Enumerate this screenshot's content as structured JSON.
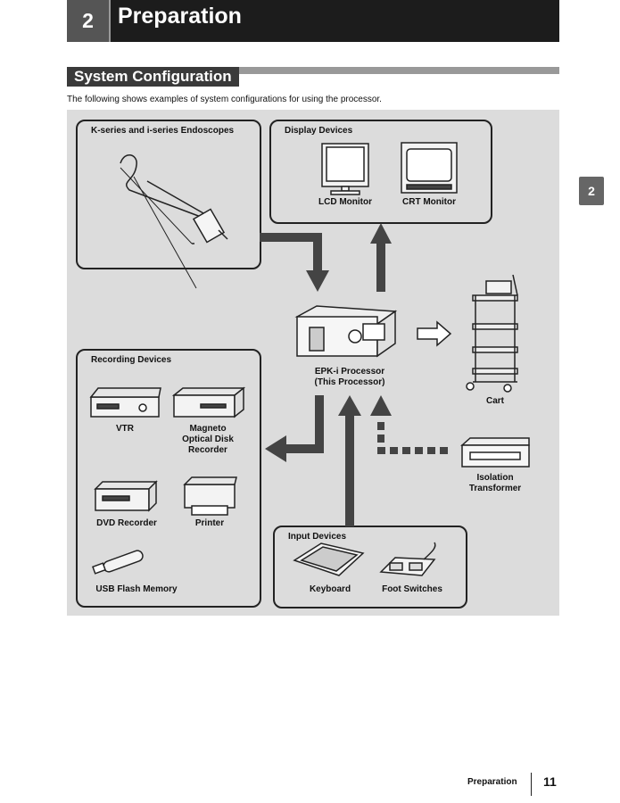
{
  "chapter": {
    "number": "2",
    "title": "Preparation"
  },
  "section": {
    "title": "System Configuration"
  },
  "intro": "The following shows examples of system configurations for using the processor.",
  "side_tab": "2",
  "groups": {
    "endoscopes": {
      "title": "K-series and i-series Endoscopes"
    },
    "display": {
      "title": "Display Devices",
      "items": [
        "LCD Monitor",
        "CRT Monitor"
      ]
    },
    "recording": {
      "title": "Recording Devices",
      "items": {
        "vtr": "VTR",
        "mo_line1": "Magneto",
        "mo_line2": "Optical Disk",
        "mo_line3": "Recorder",
        "dvd": "DVD Recorder",
        "printer": "Printer",
        "usb": "USB Flash Memory"
      }
    },
    "input": {
      "title": "Input Devices",
      "items": [
        "Keyboard",
        "Foot Switches"
      ]
    }
  },
  "processor": {
    "line1": "EPK-i Processor",
    "line2": "(This Processor)"
  },
  "cart": "Cart",
  "isolation": {
    "line1": "Isolation",
    "line2": "Transformer"
  },
  "footer": {
    "label": "Preparation",
    "page": "11"
  }
}
